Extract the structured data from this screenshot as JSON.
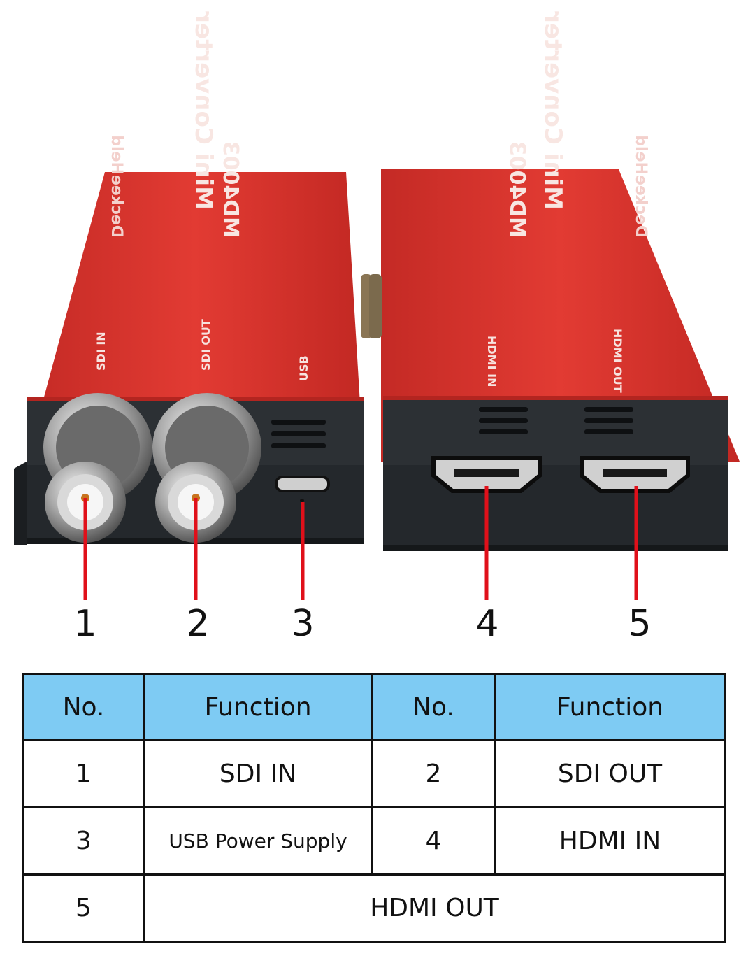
{
  "device_labels": {
    "left": {
      "brand": "DeckeeHeld",
      "model_line1": "Mini Converter",
      "model": "MD4003",
      "ports": [
        "SDI IN",
        "SDI OUT",
        "USB"
      ]
    },
    "right": {
      "brand": "DeckeeHeld",
      "model_line1": "Mini Converter",
      "model": "MD4003",
      "ports": [
        "HDMI IN",
        "HDMI OUT"
      ]
    }
  },
  "callouts": [
    "1",
    "2",
    "3",
    "4",
    "5"
  ],
  "table": {
    "headers": [
      "No.",
      "Function",
      "No.",
      "Function"
    ],
    "rows": [
      [
        "1",
        "SDI IN",
        "2",
        "SDI OUT"
      ],
      [
        "3",
        "USB Power Supply",
        "4",
        "HDMI IN"
      ],
      [
        "5",
        "HDMI OUT"
      ]
    ]
  },
  "colors": {
    "device_red": "#d8342e",
    "header_blue": "#7ecbf3",
    "callout_line": "#e0101a"
  }
}
